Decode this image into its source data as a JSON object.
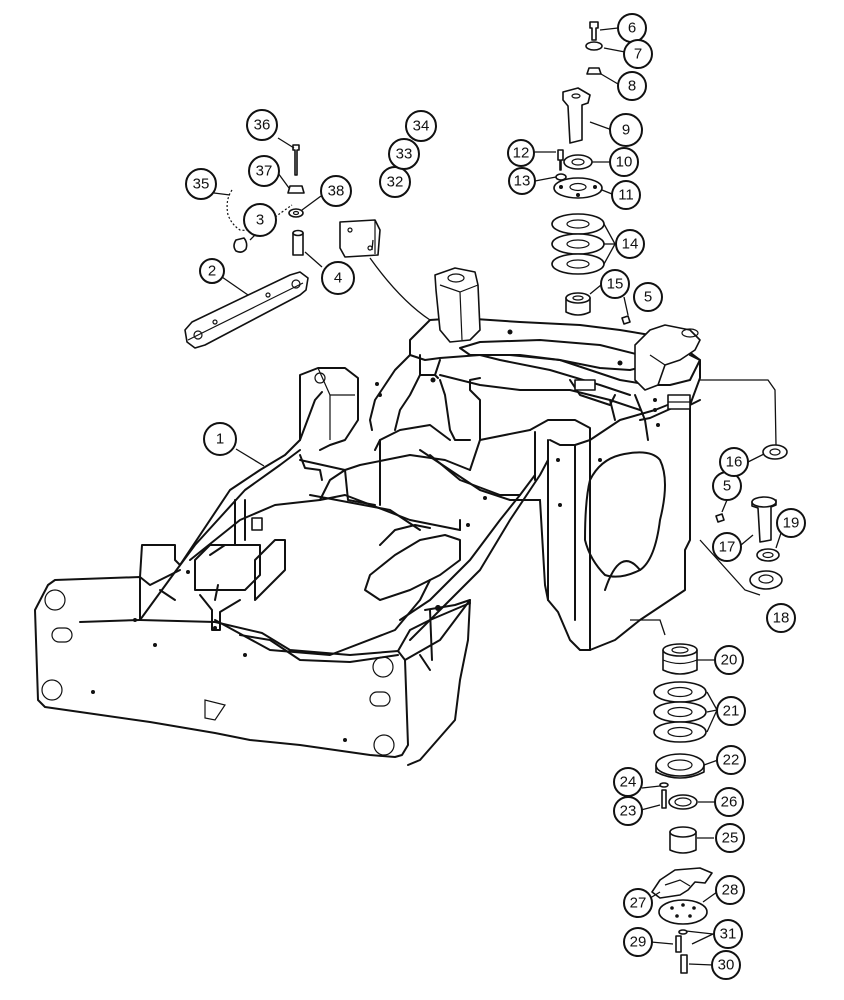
{
  "callouts": [
    {
      "id": "c1",
      "label": "1"
    },
    {
      "id": "c2",
      "label": "2"
    },
    {
      "id": "c3",
      "label": "3"
    },
    {
      "id": "c4",
      "label": "4"
    },
    {
      "id": "c5a",
      "label": "5"
    },
    {
      "id": "c5b",
      "label": "5"
    },
    {
      "id": "c6",
      "label": "6"
    },
    {
      "id": "c7",
      "label": "7"
    },
    {
      "id": "c8",
      "label": "8"
    },
    {
      "id": "c9",
      "label": "9"
    },
    {
      "id": "c10",
      "label": "10"
    },
    {
      "id": "c11",
      "label": "11"
    },
    {
      "id": "c12",
      "label": "12"
    },
    {
      "id": "c13",
      "label": "13"
    },
    {
      "id": "c14",
      "label": "14"
    },
    {
      "id": "c15",
      "label": "15"
    },
    {
      "id": "c16",
      "label": "16"
    },
    {
      "id": "c17",
      "label": "17"
    },
    {
      "id": "c18",
      "label": "18"
    },
    {
      "id": "c19",
      "label": "19"
    },
    {
      "id": "c20",
      "label": "20"
    },
    {
      "id": "c21",
      "label": "21"
    },
    {
      "id": "c22",
      "label": "22"
    },
    {
      "id": "c23",
      "label": "23"
    },
    {
      "id": "c24",
      "label": "24"
    },
    {
      "id": "c25",
      "label": "25"
    },
    {
      "id": "c26",
      "label": "26"
    },
    {
      "id": "c27",
      "label": "27"
    },
    {
      "id": "c28",
      "label": "28"
    },
    {
      "id": "c29",
      "label": "29"
    },
    {
      "id": "c30",
      "label": "30"
    },
    {
      "id": "c31",
      "label": "31"
    },
    {
      "id": "c32",
      "label": "32"
    },
    {
      "id": "c33",
      "label": "33"
    },
    {
      "id": "c34",
      "label": "34"
    },
    {
      "id": "c35",
      "label": "35"
    },
    {
      "id": "c36",
      "label": "36"
    },
    {
      "id": "c37",
      "label": "37"
    },
    {
      "id": "c38",
      "label": "38"
    }
  ]
}
